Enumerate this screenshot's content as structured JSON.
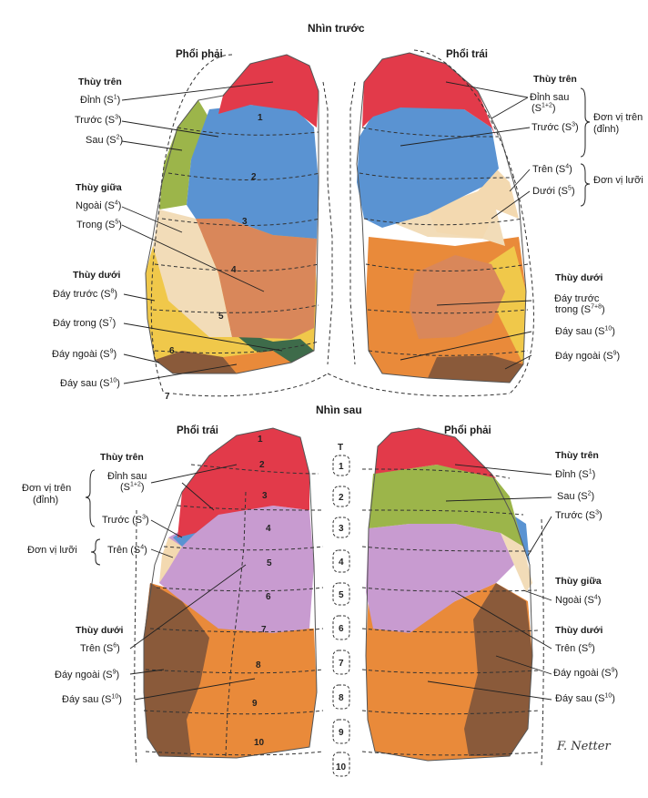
{
  "front": {
    "title": "Nhìn trước",
    "right_lung": "Phổi phải",
    "left_lung": "Phổi trái",
    "right": {
      "upper_lobe": "Thùy trên",
      "apical": "Đỉnh (S",
      "apical_sup": "1",
      "anterior": "Trước (S",
      "anterior_sup": "3",
      "posterior": "Sau (S",
      "posterior_sup": "2",
      "middle_lobe": "Thùy giữa",
      "lateral": "Ngoài (S",
      "lateral_sup": "4",
      "medial": "Trong (S",
      "medial_sup": "5",
      "lower_lobe": "Thùy dưới",
      "ant_basal": "Đáy trước (S",
      "ant_basal_sup": "8",
      "med_basal": "Đáy trong (S",
      "med_basal_sup": "7",
      "lat_basal": "Đáy ngoài (S",
      "lat_basal_sup": "9",
      "post_basal": "Đáy sau (S",
      "post_basal_sup": "10"
    },
    "left": {
      "upper_lobe": "Thùy trên",
      "apicopost": "Đỉnh sau",
      "apicopost_2": "(S",
      "apicopost_sup": "1+2",
      "anterior": "Trước (S",
      "anterior_sup": "3",
      "apical_group": "Đơn vị trên",
      "apical_group_2": "(đỉnh)",
      "superior": "Trên (S",
      "superior_sup": "4",
      "inferior": "Dưới (S",
      "inferior_sup": "5",
      "lingula_group": "Đơn vị lưỡi",
      "lower_lobe": "Thùy dưới",
      "antmed_basal": "Đáy trước",
      "antmed_basal_2": "trong (S",
      "antmed_basal_sup": "7+8",
      "post_basal": "Đáy sau (S",
      "post_basal_sup": "10",
      "lat_basal": "Đáy ngoài (S",
      "lat_basal_sup": "9"
    },
    "rib_numbers": [
      "1",
      "2",
      "3",
      "4",
      "5",
      "6",
      "7"
    ]
  },
  "back": {
    "title": "Nhìn sau",
    "left_lung": "Phổi trái",
    "right_lung": "Phổi phải",
    "left": {
      "upper_lobe": "Thùy trên",
      "apical_group": "Đơn vị trên",
      "apical_group_2": "(đỉnh)",
      "apicopost": "Đỉnh sau",
      "apicopost_2": "(S",
      "apicopost_sup": "1+2",
      "anterior": "Trước (S",
      "anterior_sup": "3",
      "lingula_group": "Đơn vị lưỡi",
      "superior": "Trên (S",
      "superior_sup": "4",
      "lower_lobe": "Thùy dưới",
      "sup_seg": "Trên (S",
      "sup_seg_sup": "6",
      "lat_basal": "Đáy ngoài (S",
      "lat_basal_sup": "9",
      "post_basal": "Đáy sau (S",
      "post_basal_sup": "10"
    },
    "right": {
      "upper_lobe": "Thùy trên",
      "apical": "Đỉnh (S",
      "apical_sup": "1",
      "posterior": "Sau (S",
      "posterior_sup": "2",
      "anterior": "Trước (S",
      "anterior_sup": "3",
      "middle_lobe": "Thùy giữa",
      "lateral": "Ngoài (S",
      "lateral_sup": "4",
      "lower_lobe": "Thùy dưới",
      "sup_seg": "Trên (S",
      "sup_seg_sup": "6",
      "lat_basal": "Đáy ngoài (S",
      "lat_basal_sup": "9",
      "post_basal": "Đáy sau (S",
      "post_basal_sup": "10"
    },
    "rib_numbers": [
      "1",
      "2",
      "3",
      "4",
      "5",
      "6",
      "7",
      "8",
      "9",
      "10"
    ],
    "vertebra_labels": [
      "T",
      "1",
      "2",
      "3",
      "4",
      "5",
      "6",
      "7",
      "8",
      "9",
      "10"
    ]
  },
  "signature": "F. Netter",
  "colors": {
    "apical": "#e23a4a",
    "anterior": "#5a93d2",
    "posterior": "#9cb54a",
    "lateral_middle": "#f2dcb8",
    "medial_middle": "#d9875a",
    "ant_basal": "#f0c84a",
    "med_basal": "#3e6b4a",
    "lat_basal": "#8a5a3a",
    "post_basal": "#e98a3a",
    "superior_lower": "#c89bd0",
    "lingula": "#f3d9b0"
  }
}
